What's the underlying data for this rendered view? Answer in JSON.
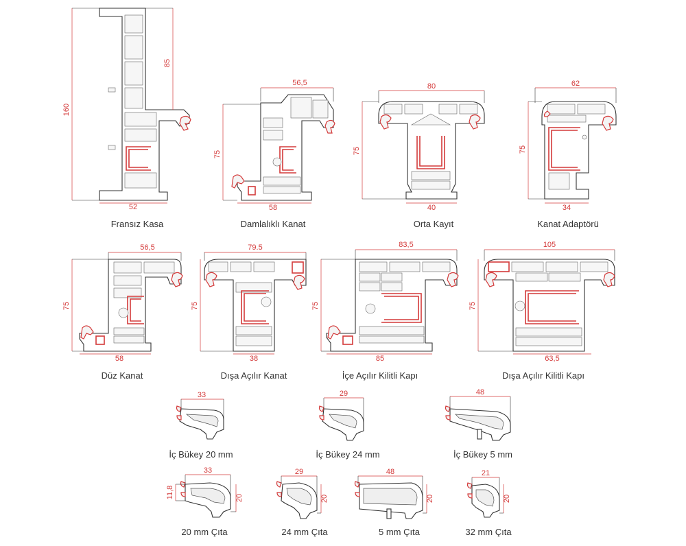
{
  "colors": {
    "dimension": "#d43a3a",
    "profile_outline": "#333333",
    "steel_reinforcement": "#d43a3a"
  },
  "profiles": [
    {
      "name": "Fransız Kasa",
      "dims": {
        "height_total": "160",
        "height_upper": "85",
        "width": "52"
      }
    },
    {
      "name": "Damlalıklı Kanat",
      "dims": {
        "top": "56,5",
        "height": "75",
        "bottom": "58"
      }
    },
    {
      "name": "Orta Kayıt",
      "dims": {
        "top": "80",
        "height": "75",
        "bottom": "40"
      }
    },
    {
      "name": "Kanat Adaptörü",
      "dims": {
        "top": "62",
        "height": "75",
        "bottom": "34"
      }
    },
    {
      "name": "Düz Kanat",
      "dims": {
        "top": "56,5",
        "height": "75",
        "bottom": "58"
      }
    },
    {
      "name": "Dışa Açılır Kanat",
      "dims": {
        "top": "79.5",
        "height": "75",
        "bottom": "38"
      }
    },
    {
      "name": "İçe Açılır Kilitli Kapı",
      "dims": {
        "top": "83,5",
        "height": "75",
        "bottom": "85"
      }
    },
    {
      "name": "Dışa Açılır Kilitli Kapı",
      "dims": {
        "top": "105",
        "height": "75",
        "bottom": "63,5"
      }
    }
  ],
  "beads": [
    {
      "name": "İç Bükey 20 mm",
      "dims": {
        "width": "33"
      }
    },
    {
      "name": "İç Bükey 24 mm",
      "dims": {
        "width": "29"
      }
    },
    {
      "name": "İç Bükey 5 mm",
      "dims": {
        "width": "48"
      }
    }
  ],
  "strips": [
    {
      "name": "20 mm Çıta",
      "dims": {
        "width": "33",
        "height": "20",
        "left": "11,8"
      }
    },
    {
      "name": "24 mm Çıta",
      "dims": {
        "width": "29",
        "height": "20"
      }
    },
    {
      "name": "5 mm Çıta",
      "dims": {
        "width": "48",
        "height": "20"
      }
    },
    {
      "name": "32 mm Çıta",
      "dims": {
        "width": "21",
        "height": "20"
      }
    }
  ]
}
